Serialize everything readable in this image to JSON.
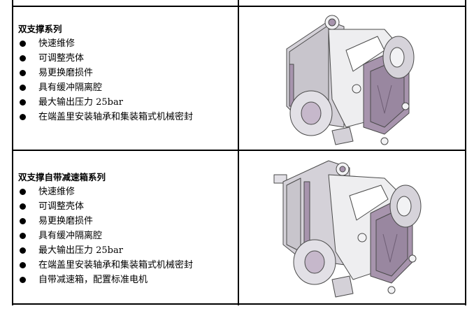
{
  "table": {
    "rows": [
      {
        "title": "双支撑系列",
        "features": [
          "快速维修",
          "可调整壳体",
          "易更换磨损件",
          "具有缓冲隔离腔",
          "最大输出压力 25bar",
          "在端盖里安装轴承和集装箱式机械密封"
        ],
        "image": "double-support-pump-illustration"
      },
      {
        "title": "双支撑自带减速箱系列",
        "features": [
          "快速维修",
          "可调整壳体",
          "易更换磨损件",
          "具有缓冲隔离腔",
          "最大输出压力 25bar",
          "在端盖里安装轴承和集装箱式机械密封",
          "自带减速箱，配置标准电机"
        ],
        "image": "double-support-gearbox-pump-illustration"
      }
    ]
  },
  "colors": {
    "border": "#000000",
    "pump_light": "#f2f2f4",
    "pump_mid": "#c9c6cf",
    "pump_purple": "#a794ad",
    "pump_outline": "#4a4a4a"
  }
}
